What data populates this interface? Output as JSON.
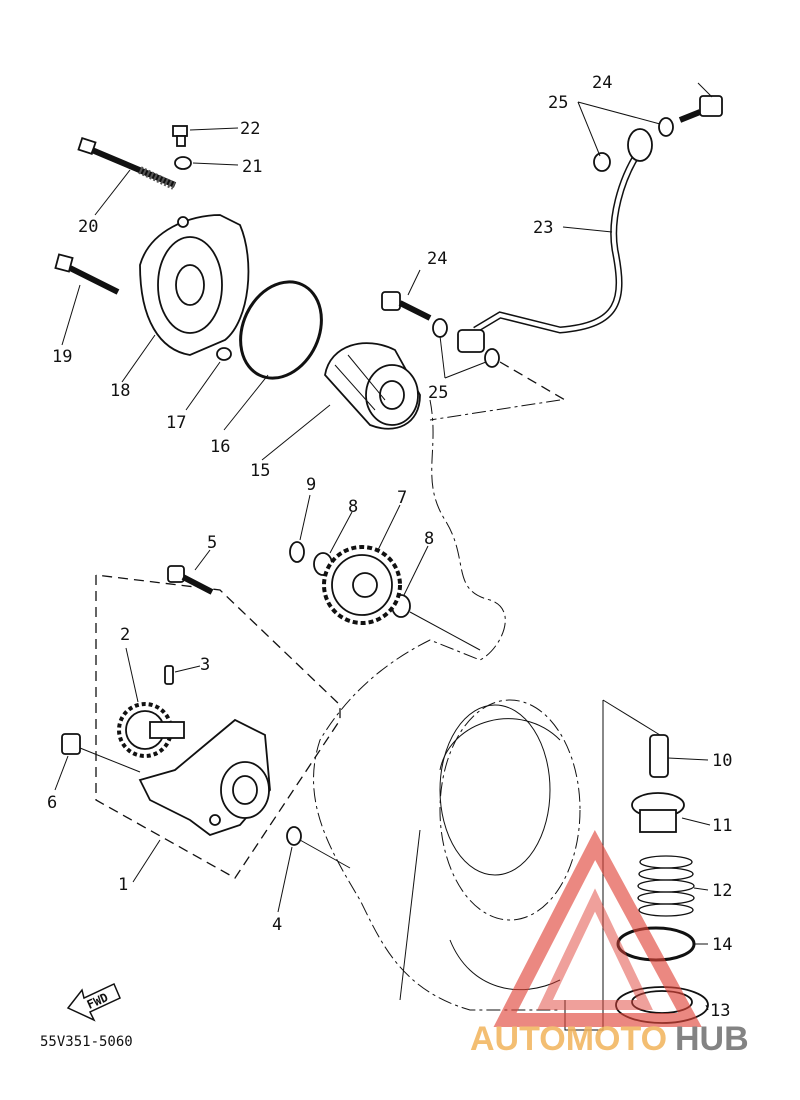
{
  "diagram": {
    "drawing_code": "55V351-5060",
    "fwd_label": "FWD",
    "part_labels": {
      "p1": "1",
      "p2": "2",
      "p3": "3",
      "p4": "4",
      "p5": "5",
      "p6": "6",
      "p7": "7",
      "p8a": "8",
      "p8b": "8",
      "p9": "9",
      "p10": "10",
      "p11": "11",
      "p12": "12",
      "p13": "13",
      "p14": "14",
      "p15": "15",
      "p16": "16",
      "p17": "17",
      "p18": "18",
      "p19": "19",
      "p20": "20",
      "p21": "21",
      "p22": "22",
      "p23": "23",
      "p24a": "24",
      "p24b": "24",
      "p25a": "25",
      "p25b": "25"
    }
  },
  "watermark": {
    "brand_part1": "AUTOMOTO",
    "brand_part2": "HUB",
    "color_primary": "#e0453a",
    "color_secondary": "#f2b35a",
    "color_dark": "#6e6e6e"
  }
}
